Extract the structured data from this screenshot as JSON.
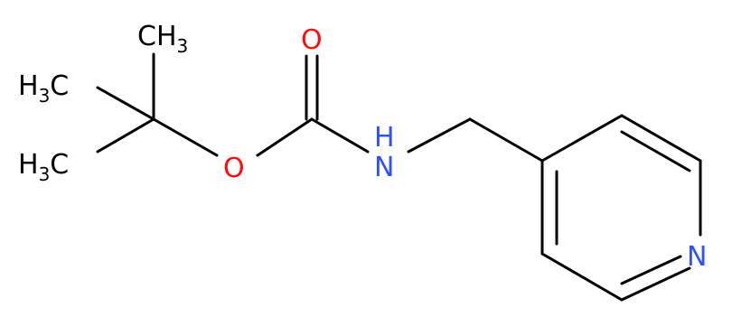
{
  "molecule": {
    "atoms": {
      "methyl_top": {
        "element": "C",
        "hydrogens": "3"
      },
      "methyl_left1": {
        "element": "C",
        "hydrogens": "3"
      },
      "methyl_left2": {
        "element": "C",
        "hydrogens": "3"
      },
      "carbonyl_oxygen": {
        "element": "O"
      },
      "ester_oxygen": {
        "element": "O"
      },
      "amide_nitrogen": {
        "element": "N",
        "hydrogen": "H"
      },
      "ring_nitrogen": {
        "element": "N"
      }
    },
    "colors": {
      "carbon": "#000000",
      "oxygen": "#ff0d0d",
      "nitrogen": "#3050f8"
    }
  }
}
